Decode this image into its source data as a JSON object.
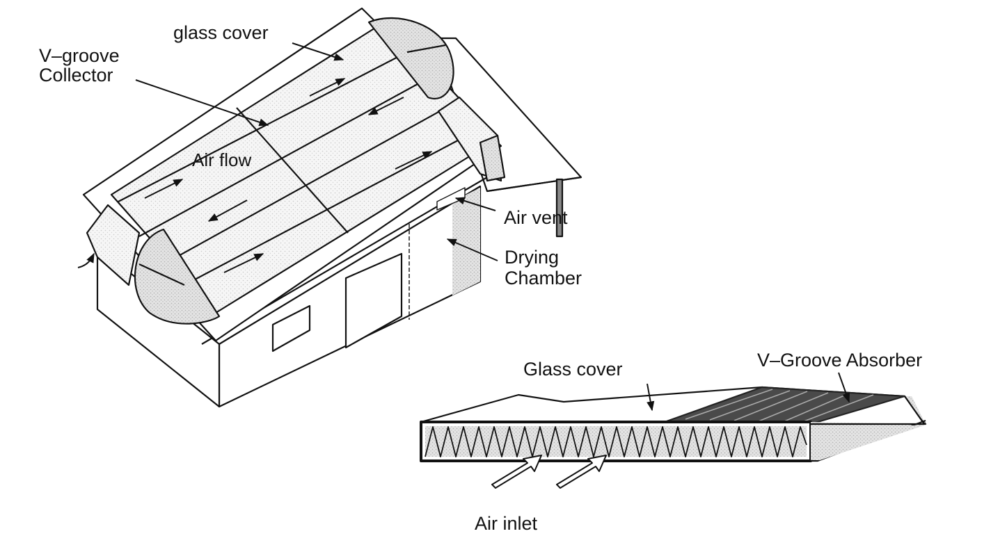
{
  "diagram": {
    "labels": {
      "glass_cover_top": "glass cover",
      "vgroove_collector": "V–groove\nCollector",
      "air_flow": "Air flow",
      "air_vent": "Air vent",
      "drying_chamber": "Drying\nChamber",
      "glass_cover_detail": "Glass cover",
      "vgroove_absorber": "V–Groove Absorber",
      "air_inlet": "Air inlet"
    }
  }
}
